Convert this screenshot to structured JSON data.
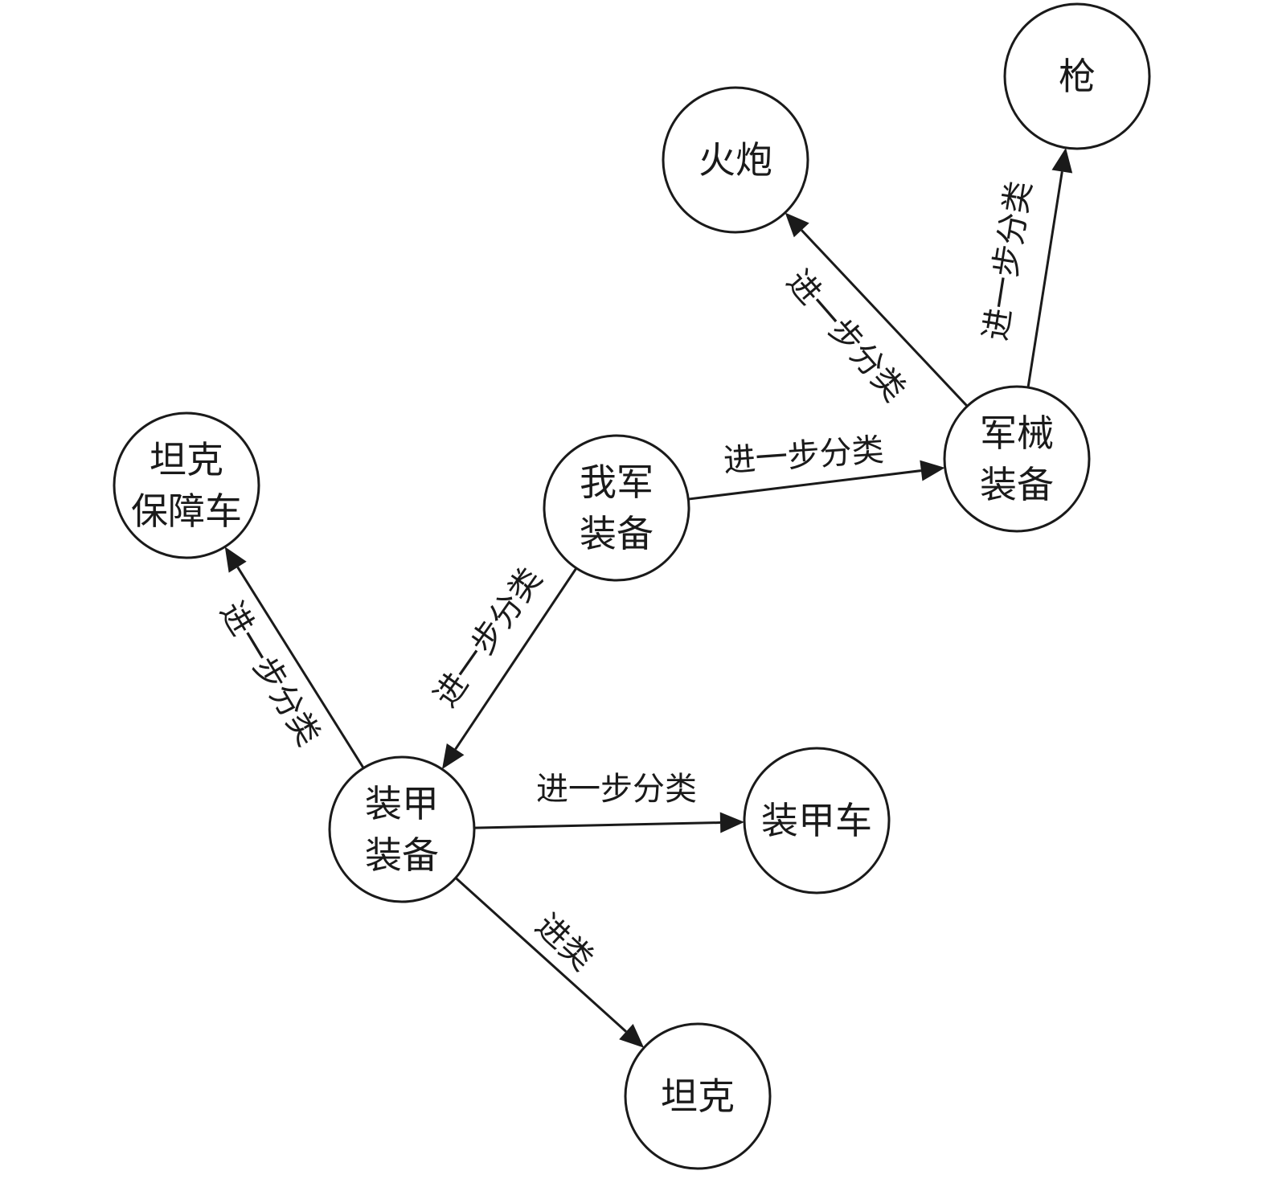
{
  "nodes": {
    "our_equipment": {
      "lines": [
        "我军",
        "装备"
      ]
    },
    "ordnance": {
      "lines": [
        "军械",
        "装备"
      ]
    },
    "artillery": {
      "lines": [
        "火炮"
      ]
    },
    "gun": {
      "lines": [
        "枪"
      ]
    },
    "armored_equipment": {
      "lines": [
        "装甲",
        "装备"
      ]
    },
    "tank_support_vehicle": {
      "lines": [
        "坦克",
        "保障车"
      ]
    },
    "armored_vehicle": {
      "lines": [
        "装甲车"
      ]
    },
    "tank": {
      "lines": [
        "坦克"
      ]
    }
  },
  "edges": [
    {
      "from": "our_equipment",
      "to": "ordnance",
      "label": "进一步分类"
    },
    {
      "from": "our_equipment",
      "to": "armored_equipment",
      "label": "进一步分类"
    },
    {
      "from": "ordnance",
      "to": "artillery",
      "label": "进一步分类"
    },
    {
      "from": "ordnance",
      "to": "gun",
      "label": "进一步分类"
    },
    {
      "from": "armored_equipment",
      "to": "tank_support_vehicle",
      "label": "进一步分类"
    },
    {
      "from": "armored_equipment",
      "to": "armored_vehicle",
      "label": "进一步分类"
    },
    {
      "from": "armored_equipment",
      "to": "tank",
      "label": "进类"
    }
  ]
}
